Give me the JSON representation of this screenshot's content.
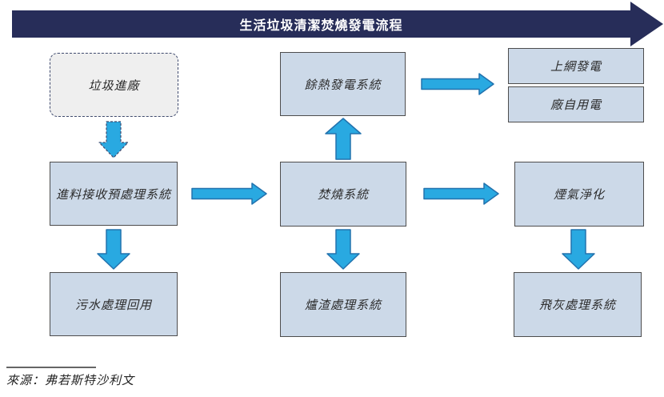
{
  "banner": {
    "title": "生活垃圾清潔焚燒發電流程"
  },
  "nodes": {
    "waste_entry": {
      "label": "垃圾進廠"
    },
    "waste_heat_power": {
      "label": "餘熱發電系統"
    },
    "grid_power": {
      "label": "上網發電"
    },
    "plant_self_use": {
      "label": "廠自用電"
    },
    "feed_pretreatment": {
      "label": "進料接收預處理系統"
    },
    "incineration": {
      "label": "焚燒系統"
    },
    "flue_gas_purification": {
      "label": "煙氣淨化"
    },
    "sewage_treatment": {
      "label": "污水處理回用"
    },
    "slag_treatment": {
      "label": "爐渣處理系統"
    },
    "fly_ash_treatment": {
      "label": "飛灰處理系統"
    }
  },
  "source": {
    "text": "來源：弗若斯特沙利文"
  },
  "colors": {
    "banner_navy": "#272d59",
    "arrow_blue": "#29a9e1",
    "arrow_border": "#2272ae",
    "box_fill": "#ccd9e8",
    "box_border": "#4d4d4d",
    "dashed_box_fill": "#efefef",
    "dashed_border": "#3f4a6e"
  }
}
